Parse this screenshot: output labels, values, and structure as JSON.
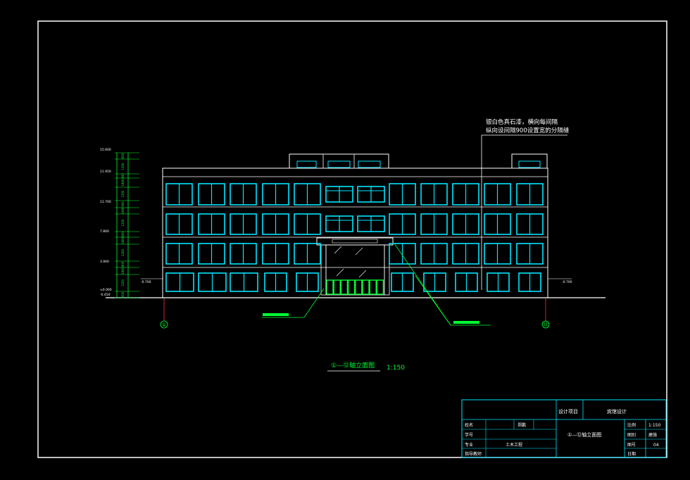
{
  "colors": {
    "background": "#000000",
    "outline": "#ffffff",
    "window": "#00e5ff",
    "accent": "#00ff33",
    "text": "#ffffff"
  },
  "annotation": {
    "line1": "银白色真石漆，横向每间隔",
    "line2": "纵向设间隔900设置宽的分隔缝"
  },
  "levels": [
    "15.600",
    "11.950",
    "11.700",
    "7.800",
    "3.900",
    "±0.000",
    "-0.450"
  ],
  "dims": [
    "650",
    "1200",
    "900",
    "1800",
    "1200",
    "900",
    "1800",
    "1200",
    "900",
    "1800",
    "1200",
    "900",
    "1800",
    "1200",
    "450"
  ],
  "side_level": "-0.700",
  "axes": {
    "left": "①",
    "right": "⑫"
  },
  "drawing_title": {
    "text": "①—⑫轴立面图",
    "scale": "1:150"
  },
  "title_block": {
    "project_label": "设计项目",
    "project_value": "宾馆设计",
    "drawing_name": "①—⑫轴立面图",
    "rows": [
      {
        "label": "姓名",
        "value": "郑鹏"
      },
      {
        "label": "学号",
        "value": ""
      },
      {
        "label": "专业",
        "value": "土木工程"
      },
      {
        "label": "指导教师",
        "value": ""
      }
    ],
    "meta": [
      {
        "label": "比例",
        "value": "1:150"
      },
      {
        "label": "图别",
        "value": "建施"
      },
      {
        "label": "图号",
        "value": "04"
      },
      {
        "label": "日期",
        "value": ""
      }
    ]
  }
}
